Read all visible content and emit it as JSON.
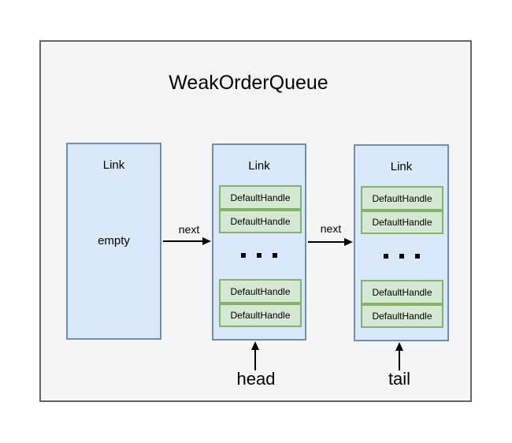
{
  "title": "WeakOrderQueue",
  "colors": {
    "page_bg": "#ffffff",
    "frame_bg": "#f5f5f5",
    "frame_border": "#666666",
    "link_fill": "#dae8fc",
    "link_border": "#6c8ebf",
    "handle_fill": "#d5e8d4",
    "handle_border": "#82b366",
    "text_color": "#000000"
  },
  "nodes": {
    "empty_link": {
      "label": "Link",
      "body": "empty"
    },
    "head_link": {
      "label": "Link",
      "handles_top": [
        "DefaultHandle",
        "DefaultHandle"
      ],
      "ellipsis": "...",
      "handles_bottom": [
        "DefaultHandle",
        "DefaultHandle"
      ]
    },
    "tail_link": {
      "label": "Link",
      "handles_top": [
        "DefaultHandle",
        "DefaultHandle"
      ],
      "ellipsis": "...",
      "handles_bottom": [
        "DefaultHandle",
        "DefaultHandle"
      ]
    }
  },
  "edges": {
    "next1_label": "next",
    "next2_label": "next"
  },
  "pointers": {
    "head_label": "head",
    "tail_label": "tail"
  }
}
